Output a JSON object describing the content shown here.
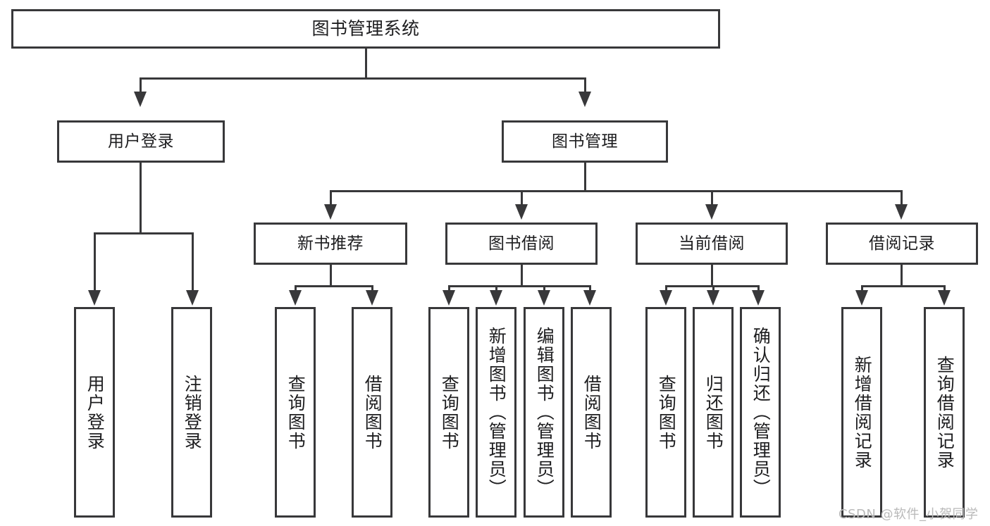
{
  "diagram": {
    "title": "图书管理系统",
    "type": "hierarchy-tree",
    "root": {
      "label": "图书管理系统"
    },
    "level2": [
      {
        "label": "用户登录"
      },
      {
        "label": "图书管理"
      }
    ],
    "level3": [
      {
        "label": "新书推荐"
      },
      {
        "label": "图书借阅"
      },
      {
        "label": "当前借阅"
      },
      {
        "label": "借阅记录"
      }
    ],
    "leaves": {
      "user_login": [
        {
          "label": "用户登录"
        },
        {
          "label": "注销登录"
        }
      ],
      "new_book_recommend": [
        {
          "label": "查询图书"
        },
        {
          "label": "借阅图书"
        }
      ],
      "book_borrow": [
        {
          "label": "查询图书"
        },
        {
          "label": "新增图书（管理员）"
        },
        {
          "label": "编辑图书（管理员）"
        },
        {
          "label": "借阅图书"
        }
      ],
      "current_borrow": [
        {
          "label": "查询图书"
        },
        {
          "label": "归还图书"
        },
        {
          "label": "确认归还（管理员）"
        }
      ],
      "borrow_record": [
        {
          "label": "新增借阅记录"
        },
        {
          "label": "查询借阅记录"
        }
      ]
    }
  },
  "watermark": {
    "text": "CSDN @软件_小贺同学"
  },
  "colors": {
    "border": "#38383a",
    "text": "#1d1d1f",
    "background": "#ffffff",
    "watermark": "#b9b9b9"
  }
}
